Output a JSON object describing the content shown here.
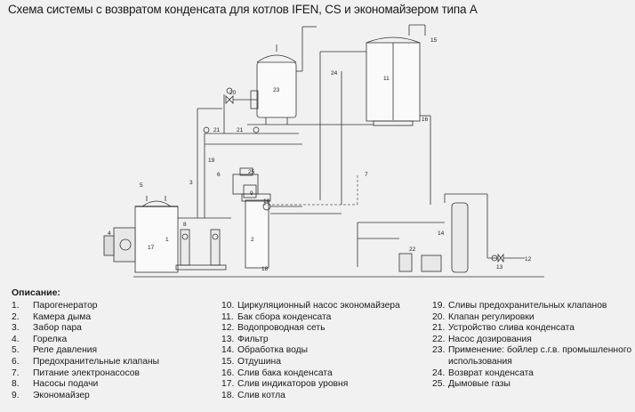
{
  "title": "Схема системы с  возвратом конденсата для котлов IFEN, CS и экономайзером типа А",
  "diagram_labels": [
    "1",
    "2",
    "3",
    "4",
    "5",
    "6",
    "7",
    "8",
    "9",
    "10",
    "11",
    "12",
    "13",
    "14",
    "15",
    "16",
    "17",
    "18",
    "19",
    "20",
    "21",
    "21",
    "22",
    "23",
    "24",
    "25"
  ],
  "legend": {
    "heading": "Описание:",
    "columns": [
      [
        {
          "num": "1.",
          "text": "Парогенератор"
        },
        {
          "num": "2.",
          "text": "Камера дыма"
        },
        {
          "num": "3.",
          "text": "Забор пара"
        },
        {
          "num": "4.",
          "text": "Горелка"
        },
        {
          "num": "5.",
          "text": "Реле давления"
        },
        {
          "num": "6.",
          "text": "Предохранительные клапаны"
        },
        {
          "num": "7.",
          "text": "Питание электронасосов"
        },
        {
          "num": "8.",
          "text": "Насосы подачи"
        },
        {
          "num": "9.",
          "text": "Экономайзер"
        }
      ],
      [
        {
          "num": "10.",
          "text": "Циркуляционный насос экономайзера"
        },
        {
          "num": "11.",
          "text": "Бак сбора конденсата"
        },
        {
          "num": "12.",
          "text": "Водопроводная сеть"
        },
        {
          "num": "13.",
          "text": "Фильтр"
        },
        {
          "num": "14.",
          "text": "Обработка воды"
        },
        {
          "num": "15.",
          "text": "Отдушина"
        },
        {
          "num": "16.",
          "text": "Слив бака конденсата"
        },
        {
          "num": "17.",
          "text": "Слив индикаторов уровня"
        },
        {
          "num": "18.",
          "text": "Слив котла"
        }
      ],
      [
        {
          "num": "19.",
          "text": "Сливы предохранительных клапанов"
        },
        {
          "num": "20.",
          "text": "Клапан регулировки"
        },
        {
          "num": "21.",
          "text": "Устройство слива конденсата"
        },
        {
          "num": "22.",
          "text": "Насос дозирования"
        },
        {
          "num": "23.",
          "text": "Применение: бойлер с.г.в. промышленного",
          "cont": "использования"
        },
        {
          "num": "24.",
          "text": "Возврат конденсата"
        },
        {
          "num": "25.",
          "text": "Дымовые газы"
        }
      ]
    ]
  }
}
